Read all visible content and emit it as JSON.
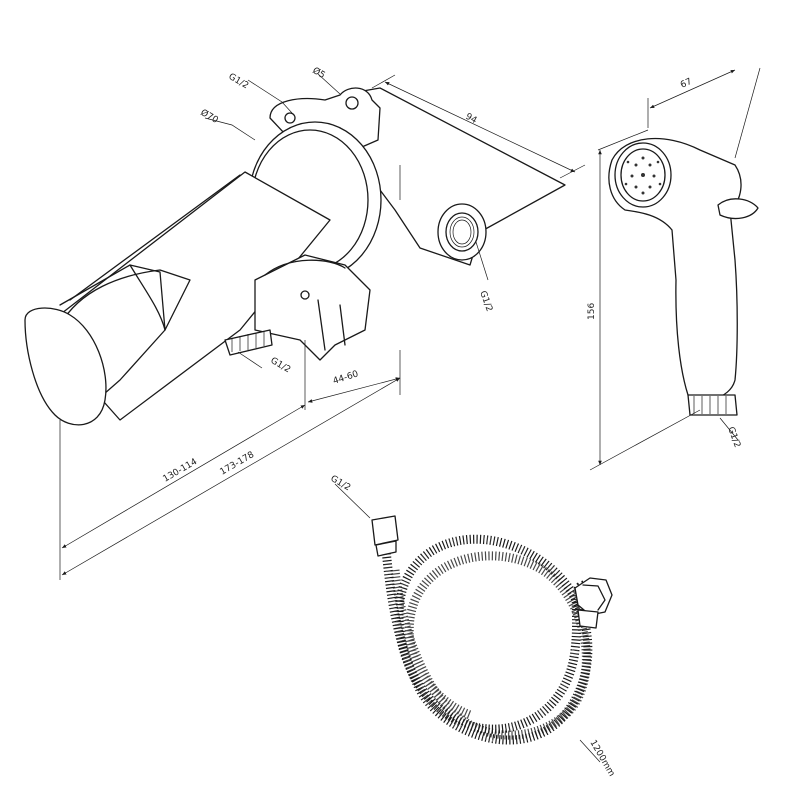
{
  "labels": {
    "mixer_inlet_top": "G1/2",
    "pin_diameter": "Ø5",
    "flange_diameter": "Ø70",
    "depth": "94",
    "mixer_outlet_side": "G1/2",
    "holder_outlet": "G1/2",
    "holder_range": "44-60",
    "body_length_short": "130-114",
    "body_length_long": "173-178",
    "shower_width": "67",
    "shower_height": "156",
    "shower_thread": "G1/2",
    "hose_thread": "G1/2",
    "hose_length": "1200mm"
  }
}
